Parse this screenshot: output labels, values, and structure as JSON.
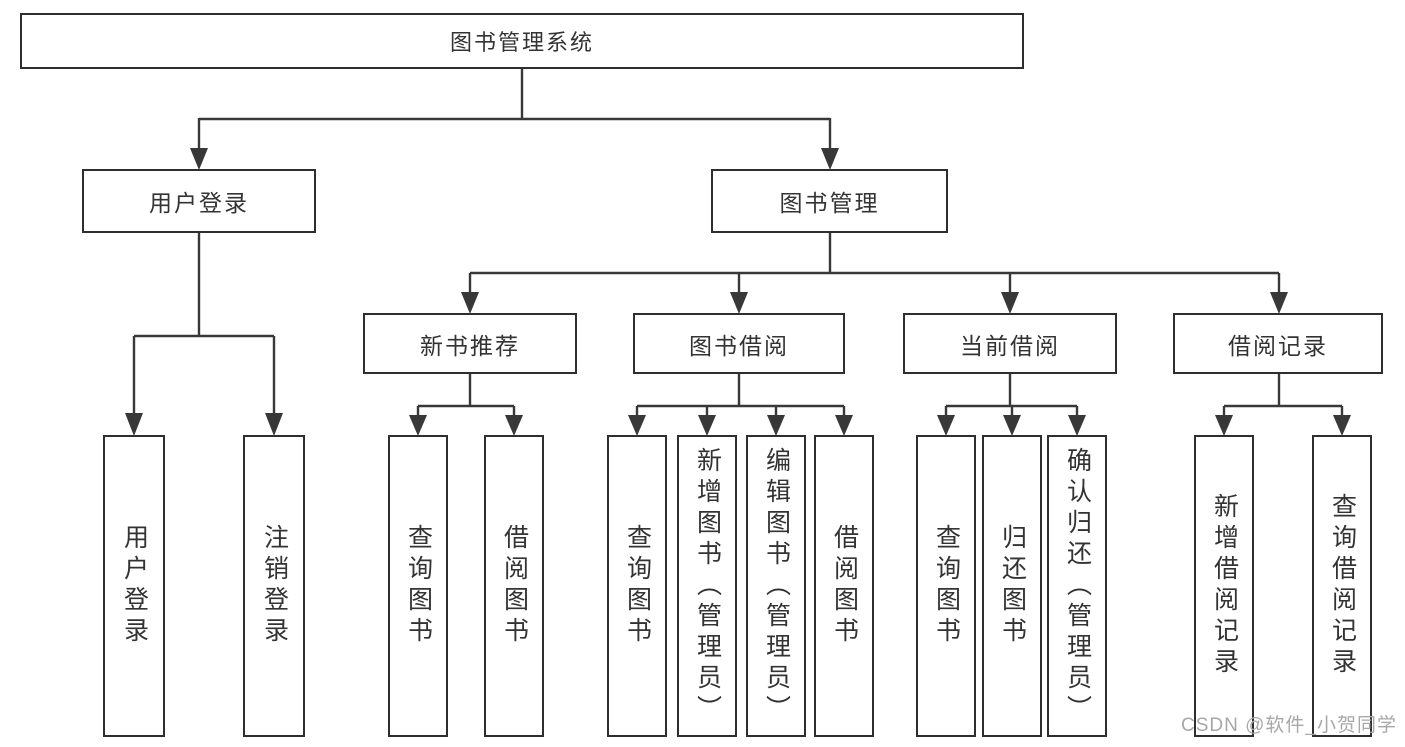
{
  "diagram": {
    "title": "图书管理系统",
    "tree": {
      "label": "图书管理系统",
      "children": [
        {
          "label": "用户登录",
          "children": [
            {
              "label": "用户登录"
            },
            {
              "label": "注销登录"
            }
          ]
        },
        {
          "label": "图书管理",
          "children": [
            {
              "label": "新书推荐",
              "children": [
                {
                  "label": "查询图书"
                },
                {
                  "label": "借阅图书"
                }
              ]
            },
            {
              "label": "图书借阅",
              "children": [
                {
                  "label": "查询图书"
                },
                {
                  "label": "新增图书（管理员）"
                },
                {
                  "label": "编辑图书（管理员）"
                },
                {
                  "label": "借阅图书"
                }
              ]
            },
            {
              "label": "当前借阅",
              "children": [
                {
                  "label": "查询图书"
                },
                {
                  "label": "归还图书"
                },
                {
                  "label": "确认归还（管理员）"
                }
              ]
            },
            {
              "label": "借阅记录",
              "children": [
                {
                  "label": "新增借阅记录"
                },
                {
                  "label": "查询借阅记录"
                }
              ]
            }
          ]
        }
      ]
    }
  },
  "watermark": "CSDN @软件_小贺同学",
  "colors": {
    "line": "#383838",
    "box_border": "#2e2e2e",
    "text": "#333333",
    "watermark": "#a8a8a8",
    "background": "#ffffff"
  }
}
